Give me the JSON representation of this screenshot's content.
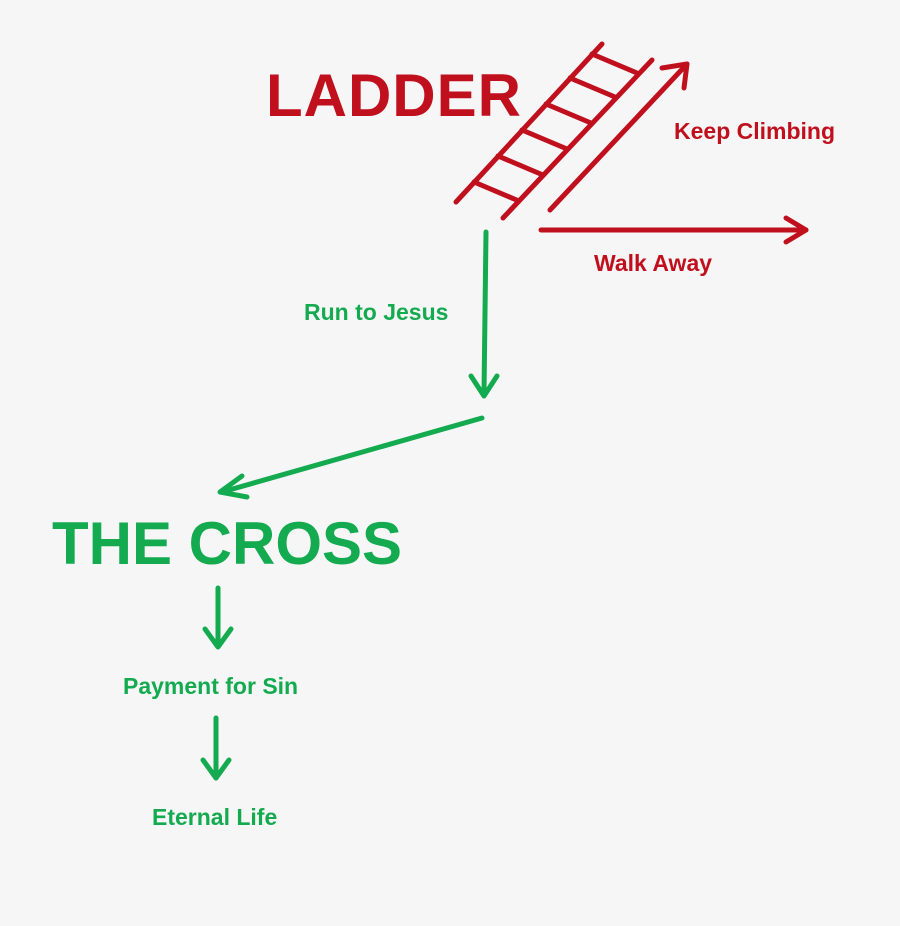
{
  "title_ladder": "LADDER",
  "title_cross": "THE CROSS",
  "labels": {
    "keep_climbing": "Keep Climbing",
    "walk_away": "Walk Away",
    "run_to_jesus": "Run to Jesus",
    "payment_for_sin": "Payment for Sin",
    "eternal_life": "Eternal Life"
  },
  "colors": {
    "red": "#c0101e",
    "green": "#14aa50",
    "background": "#f6f6f6"
  }
}
